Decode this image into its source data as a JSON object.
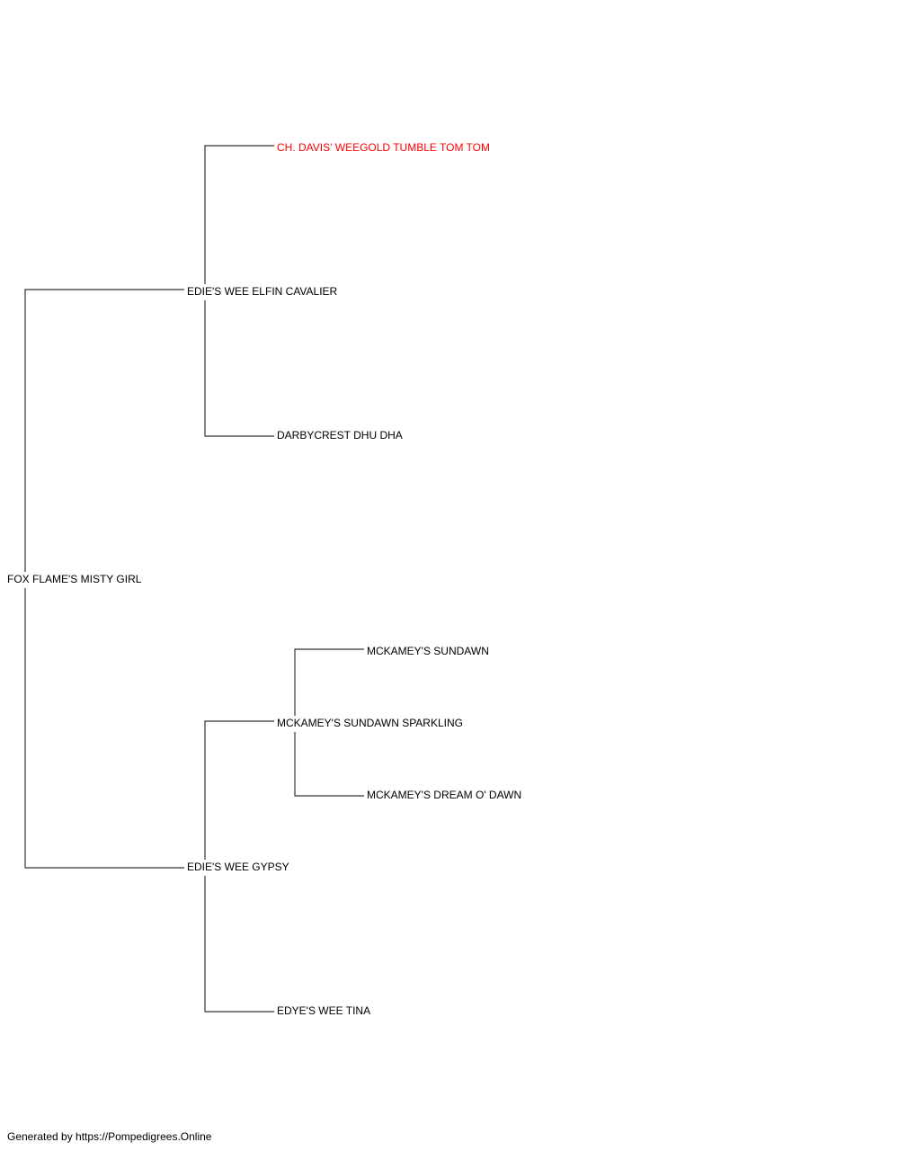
{
  "pedigree": {
    "subject": "FOX FLAME'S MISTY GIRL",
    "sire": "EDIE'S WEE ELFIN CAVALIER",
    "sire_sire": "CH. DAVIS' WEEGOLD TUMBLE TOM TOM",
    "sire_dam": "DARBYCREST DHU DHA",
    "dam": "EDIE'S WEE GYPSY",
    "dam_sire": "MCKAMEY'S SUNDAWN SPARKLING",
    "dam_sire_sire": "MCKAMEY'S SUNDAWN",
    "dam_sire_dam": "MCKAMEY'S DREAM O' DAWN",
    "dam_dam": "EDYE'S WEE TINA"
  },
  "colors": {
    "line": "#000000",
    "text": "#000000",
    "highlight": "#ff0000"
  },
  "footer": "Generated by https://Pompedigrees.Online"
}
